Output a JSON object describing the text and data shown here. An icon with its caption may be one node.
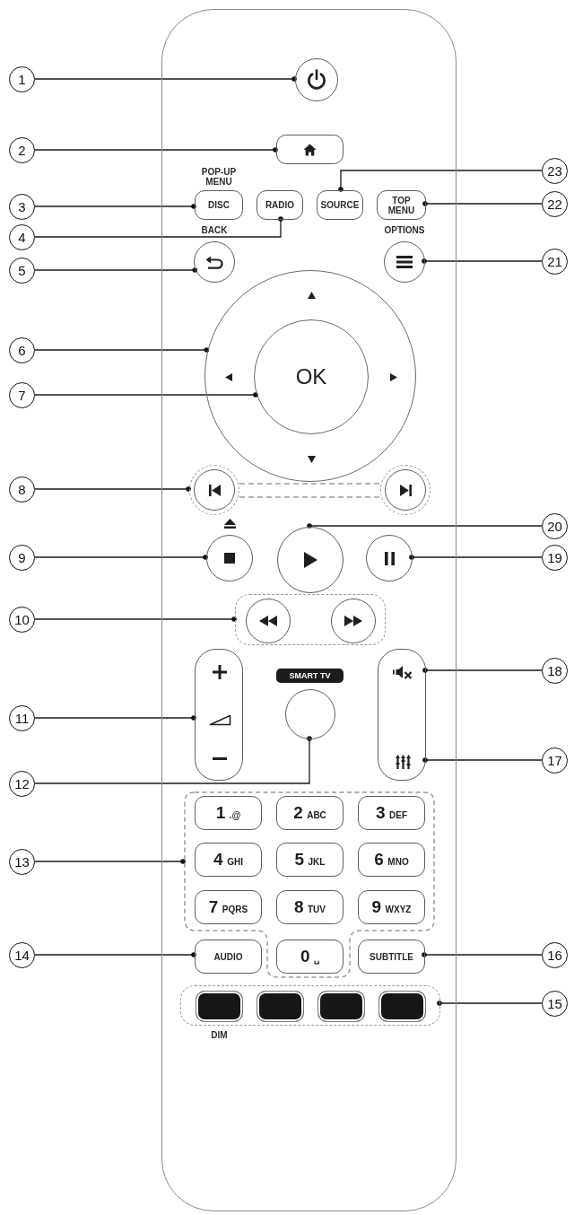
{
  "diagram": {
    "nodes": [
      {
        "text": [],
        "shape": "box"
      },
      {
        "text": [],
        "shape": "circle",
        "in": 0
      },
      {
        "text": [],
        "shape": "box",
        "in": 0
      },
      {
        "text": [
          "DISC"
        ],
        "beside": [
          "POP-UP MENU"
        ],
        "in": 0
      },
      {
        "text": [
          "RADIO"
        ],
        "in": 0
      },
      {
        "text": [
          "SOURCE"
        ],
        "in": 0
      },
      {
        "text": [
          "TOP MENU"
        ],
        "in": 0
      },
      {
        "text": [],
        "shape": "circle",
        "beside": [
          "BACK"
        ],
        "in": 0
      },
      {
        "text": [],
        "shape": "circle",
        "beside": [
          "OPTIONS"
        ],
        "in": 0
      },
      {
        "text": [],
        "shape": "circle",
        "in": 0
      },
      {
        "text": [
          "OK"
        ],
        "in": 9
      },
      {
        "text": [],
        "shape": "circle",
        "in": 0
      },
      {
        "text": [],
        "shape": "circle",
        "in": 0
      },
      {
        "text": [],
        "shape": "circle",
        "in": 0
      },
      {
        "text": [],
        "shape": "circle",
        "in": 0
      },
      {
        "text": [],
        "shape": "circle",
        "in": 0
      },
      {
        "text": [],
        "shape": "box",
        "in": 0
      },
      {
        "text": [],
        "shape": "circle",
        "in": 16
      },
      {
        "text": [],
        "shape": "circle",
        "in": 16
      },
      {
        "text": [],
        "shape": "box",
        "in": 0
      },
      {
        "text": [
          "SMART TV"
        ],
        "in": 0
      },
      {
        "text": [],
        "shape": "circle",
        "in": 0
      },
      {
        "text": [],
        "shape": "box",
        "in": 0
      },
      {
        "text": [],
        "shape": "box",
        "in": 0
      },
      {
        "text": [
          "1",
          ".@"
        ],
        "in": 23
      },
      {
        "text": [
          "2",
          "ABC"
        ],
        "in": 23
      },
      {
        "text": [
          "3",
          "DEF"
        ],
        "in": 23
      },
      {
        "text": [
          "4",
          "GHI"
        ],
        "in": 23
      },
      {
        "text": [
          "5",
          "JKL"
        ],
        "in": 23
      },
      {
        "text": [
          "6",
          "MNO"
        ],
        "in": 23
      },
      {
        "text": [
          "7",
          "PQRS"
        ],
        "in": 23
      },
      {
        "text": [
          "8",
          "TUV"
        ],
        "in": 23
      },
      {
        "text": [
          "9",
          "WXYZ"
        ],
        "in": 23
      },
      {
        "text": [
          "AUDIO"
        ],
        "in": 0
      },
      {
        "text": [
          "0",
          "␣"
        ],
        "in": 23
      },
      {
        "text": [
          "SUBTITLE"
        ],
        "in": 0
      },
      {
        "text": [],
        "shape": "box",
        "in": 0
      },
      {
        "text": [],
        "shape": "box",
        "beside": [
          "DIM"
        ],
        "in": 36
      },
      {
        "text": [],
        "shape": "box",
        "in": 36
      },
      {
        "text": [],
        "shape": "box",
        "in": 36
      },
      {
        "text": [],
        "shape": "box",
        "in": 36
      },
      {
        "text": [
          "1"
        ]
      },
      {
        "text": [
          "2"
        ]
      },
      {
        "text": [
          "3"
        ]
      },
      {
        "text": [
          "4"
        ]
      },
      {
        "text": [
          "5"
        ]
      },
      {
        "text": [
          "6"
        ]
      },
      {
        "text": [
          "7"
        ]
      },
      {
        "text": [
          "8"
        ]
      },
      {
        "text": [
          "9"
        ]
      },
      {
        "text": [
          "10"
        ]
      },
      {
        "text": [
          "11"
        ]
      },
      {
        "text": [
          "12"
        ]
      },
      {
        "text": [
          "13"
        ]
      },
      {
        "text": [
          "14"
        ]
      },
      {
        "text": [
          "15"
        ]
      },
      {
        "text": [
          "16"
        ]
      },
      {
        "text": [
          "17"
        ]
      },
      {
        "text": [
          "18"
        ]
      },
      {
        "text": [
          "19"
        ]
      },
      {
        "text": [
          "20"
        ]
      },
      {
        "text": [
          "21"
        ]
      },
      {
        "text": [
          "22"
        ]
      },
      {
        "text": [
          "23"
        ]
      }
    ],
    "edges": [
      {
        "from": 41,
        "to": 1,
        "arrow": "other"
      },
      {
        "from": 42,
        "to": 2,
        "arrow": "other"
      },
      {
        "from": 43,
        "to": 3,
        "arrow": "other"
      },
      {
        "from": 44,
        "to": 4,
        "arrow": "other"
      },
      {
        "from": 45,
        "to": 7,
        "arrow": "other"
      },
      {
        "from": 46,
        "to": 9,
        "arrow": "other"
      },
      {
        "from": 47,
        "to": 10,
        "arrow": "other"
      },
      {
        "from": 48,
        "to": 11,
        "arrow": "other"
      },
      {
        "from": 49,
        "to": 13,
        "arrow": "other"
      },
      {
        "from": 50,
        "to": 16,
        "arrow": "other"
      },
      {
        "from": 51,
        "to": 19,
        "arrow": "other"
      },
      {
        "from": 52,
        "to": 21,
        "arrow": "other"
      },
      {
        "from": 53,
        "to": 23,
        "arrow": "other"
      },
      {
        "from": 54,
        "to": 33,
        "arrow": "other"
      },
      {
        "from": 55,
        "to": 36,
        "arrow": "other"
      },
      {
        "from": 56,
        "to": 35,
        "arrow": "other"
      },
      {
        "from": 57,
        "to": 22,
        "arrow": "other"
      },
      {
        "from": 58,
        "to": 22,
        "arrow": "other"
      },
      {
        "from": 59,
        "to": 15,
        "arrow": "other"
      },
      {
        "from": 60,
        "to": 14,
        "arrow": "other"
      },
      {
        "from": 61,
        "to": 8,
        "arrow": "other"
      },
      {
        "from": 62,
        "to": 6,
        "arrow": "other"
      },
      {
        "from": 63,
        "to": 5,
        "arrow": "other"
      }
    ]
  }
}
